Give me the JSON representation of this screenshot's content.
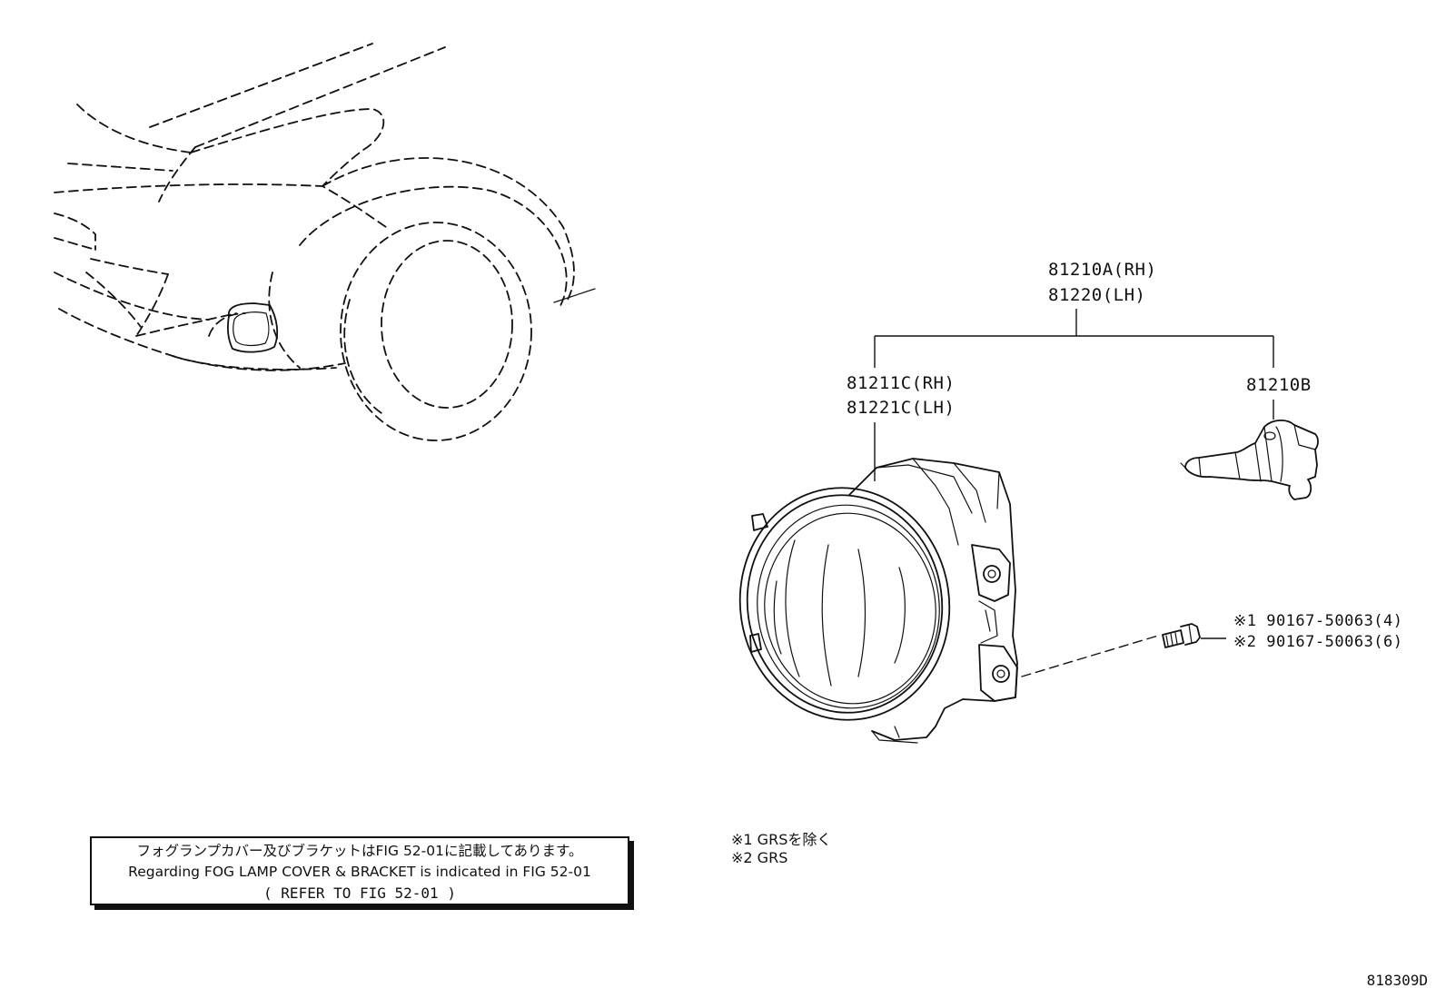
{
  "parts": {
    "assembly": {
      "rh": "81210A(RH)",
      "lh": "81220(LH)"
    },
    "lens_housing": {
      "rh": "81211C(RH)",
      "lh": "81221C(LH)"
    },
    "bulb": {
      "number": "81210B"
    },
    "screw": {
      "line1": "※1 90167-50063(4)",
      "line2": "※2 90167-50063(6)"
    }
  },
  "note": {
    "japanese": "フォグランプカバー及びブラケットはFIG 52-01に記載してあります。",
    "english": "Regarding FOG LAMP COVER & BRACKET is indicated in FIG 52-01",
    "refer": "(  REFER TO FIG 52-01  )"
  },
  "footnotes": {
    "note1": "※1 GRSを除く",
    "note2": "※2 GRS"
  },
  "figure_id": "818309D"
}
